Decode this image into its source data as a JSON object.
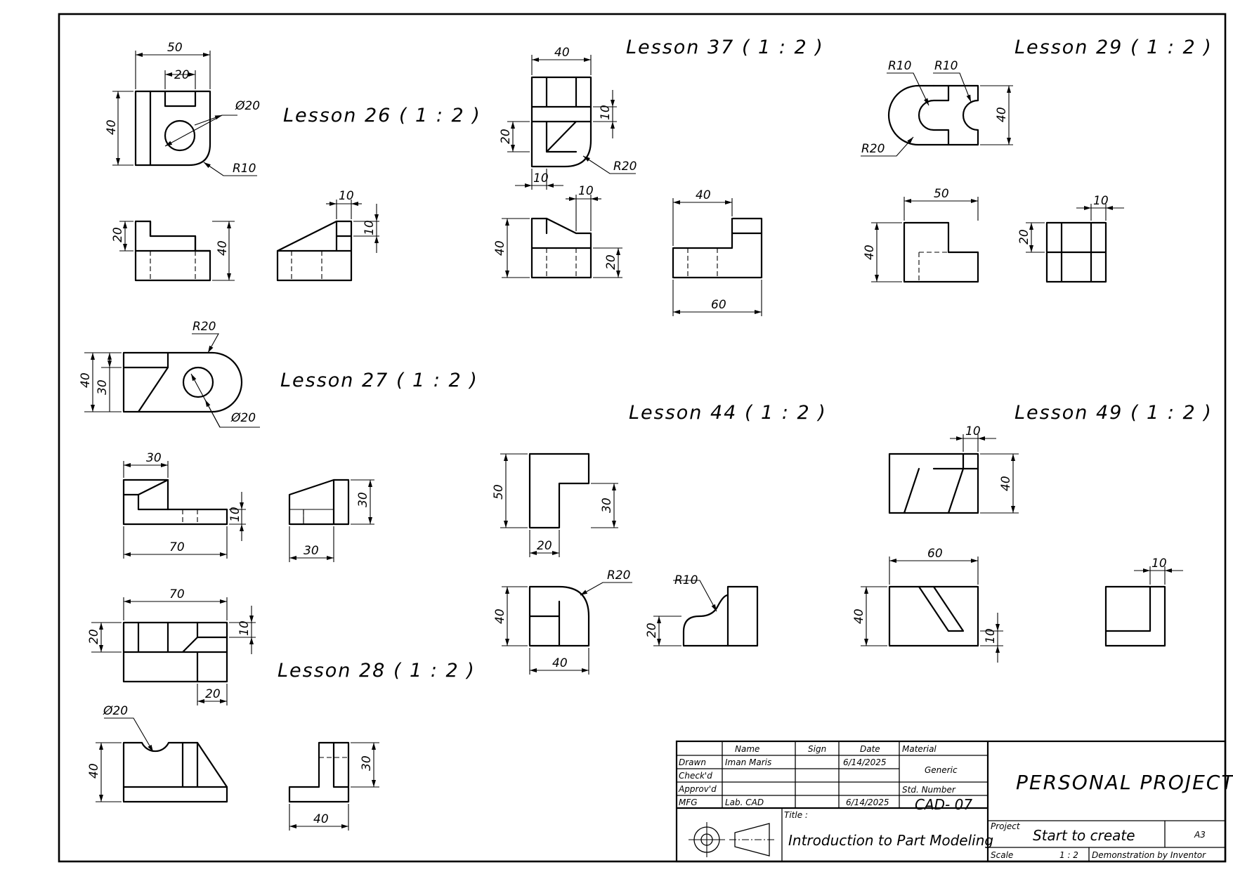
{
  "lessons": [
    {
      "key": "l26",
      "title": "Lesson 26 ( 1 : 2 )"
    },
    {
      "key": "l27",
      "title": "Lesson 27 ( 1 : 2 )"
    },
    {
      "key": "l28",
      "title": "Lesson 28 ( 1 : 2 )"
    },
    {
      "key": "l37",
      "title": "Lesson 37 ( 1 : 2 )"
    },
    {
      "key": "l29",
      "title": "Lesson 29 ( 1 : 2 )"
    },
    {
      "key": "l44",
      "title": "Lesson 44 ( 1 : 2 )"
    },
    {
      "key": "l49",
      "title": "Lesson 49 ( 1 : 2 )"
    }
  ],
  "dimensions": {
    "l26": [
      "50",
      "20",
      "40",
      "Ø20",
      "R10",
      "20",
      "40",
      "10",
      "10"
    ],
    "l27": [
      "R20",
      "40",
      "30",
      "Ø20",
      "30",
      "10",
      "70",
      "30",
      "30"
    ],
    "l28": [
      "70",
      "20",
      "10",
      "20",
      "Ø20",
      "40",
      "30",
      "40"
    ],
    "l37": [
      "40",
      "10",
      "20",
      "10",
      "R20",
      "10",
      "40",
      "20",
      "40",
      "60"
    ],
    "l29": [
      "R10",
      "R10",
      "40",
      "R20",
      "50",
      "40",
      "10",
      "20"
    ],
    "l44": [
      "50",
      "30",
      "20",
      "R20",
      "40",
      "40",
      "R10",
      "20"
    ],
    "l49": [
      "10",
      "40",
      "60",
      "40",
      "10",
      "10"
    ]
  },
  "title_block": {
    "header_name": "Name",
    "header_sign": "Sign",
    "header_date": "Date",
    "row_drawn": "Drawn",
    "row_checked": "Check'd",
    "row_approved": "Approv'd",
    "row_mfg": "MFG",
    "drawn_name": "Iman Maris",
    "drawn_date": "6/14/2025",
    "mfg_name": "Lab. CAD",
    "mfg_date": "6/14/2025",
    "material_label": "Material",
    "material_value": "Generic",
    "std_number_label": "Std. Number",
    "std_number_value": "CAD- 07",
    "title_label": "Title :",
    "title_value": "Introduction to Part Modeling",
    "project_title": "PERSONAL PROJECT",
    "project_label": "Project",
    "project_value": "Start to create",
    "sheet_size": "A3",
    "scale_label": "Scale",
    "scale_value": "1 : 2",
    "note": "Demonstration by Inventor"
  }
}
